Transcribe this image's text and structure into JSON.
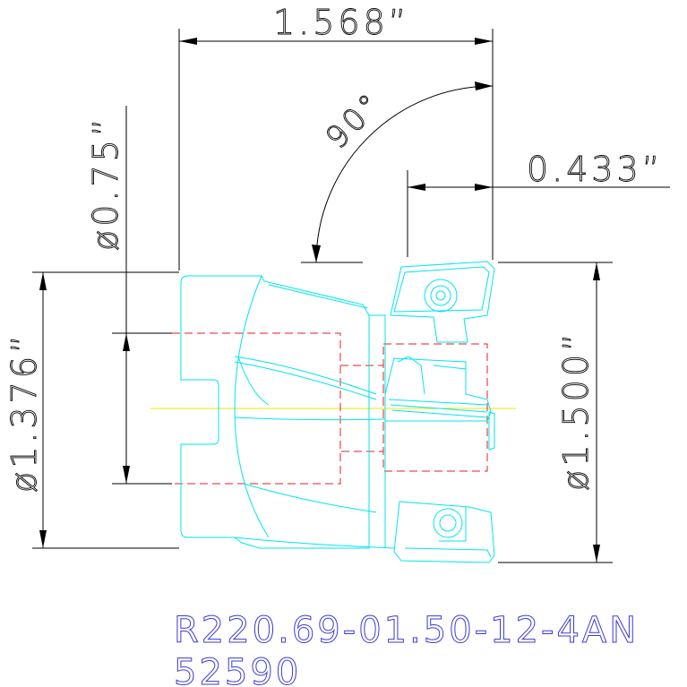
{
  "dimensions": {
    "overall_length": "1.568”",
    "angle": "90°",
    "insert_offset": "0.433”",
    "shank_diameter": "ø0.75”",
    "body_diameter": "ø1.376”",
    "cutting_diameter": "ø1.500”"
  },
  "part_label": {
    "designation": "R220.69-01.50-12-4AN",
    "item_number": "52590"
  },
  "colors": {
    "dimension_lines": "#000000",
    "tool_outline": "#00e5ee",
    "hidden_lines": "#e02020",
    "center_axis": "#e8e800",
    "part_label": "#3a3ad8"
  }
}
